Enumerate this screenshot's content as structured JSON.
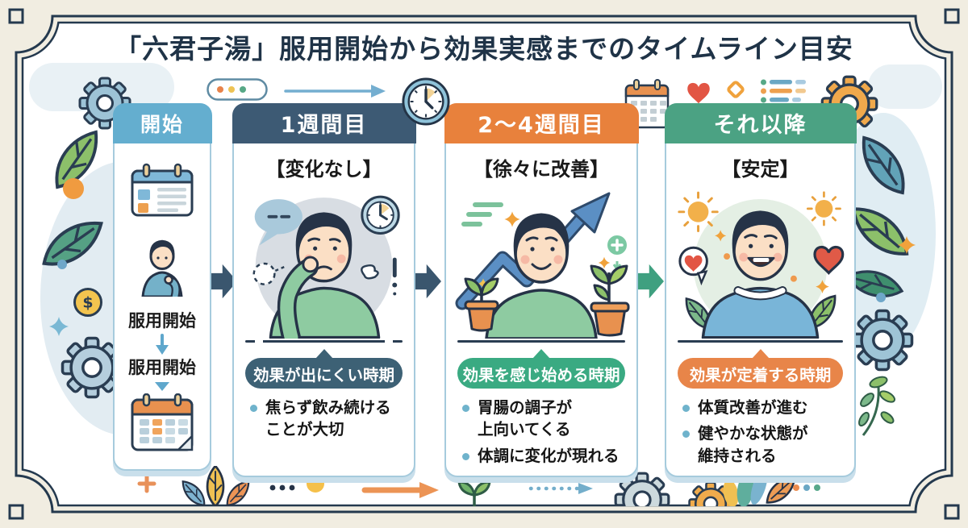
{
  "title": "「六君子湯」服用開始から効果実感までのタイムライン目安",
  "columns": [
    {
      "header": "開始",
      "header_color": "#64aecf",
      "steps": [
        "服用開始",
        "服用開始"
      ]
    },
    {
      "header": "1週間目",
      "header_color": "#3d5a74",
      "subtitle": "【変化なし】",
      "banner": "効果が出にくい時期",
      "banner_color": "#3d6175",
      "bullets": [
        "焦らず飲み続ける\nことが大切"
      ]
    },
    {
      "header": "2〜4週間目",
      "header_color": "#e8813c",
      "subtitle": "【徐々に改善】",
      "banner": "効果を感じ始める時期",
      "banner_color": "#3aaa82",
      "bullets": [
        "胃腸の調子が\n上向いてくる",
        "体調に変化が現れる"
      ]
    },
    {
      "header": "それ以降",
      "header_color": "#4ba283",
      "subtitle": "【安定】",
      "banner": "効果が定着する時期",
      "banner_color": "#e88549",
      "bullets": [
        "体質改善が進む",
        "健やかな状態が\n維持される"
      ]
    }
  ],
  "flow_arrow_colors": [
    "#3a566e",
    "#3a566e",
    "#3fa080"
  ],
  "coin_text": "$",
  "decorative_icons": [
    "gear-icon",
    "leaf-icon",
    "clock-icon",
    "calendar-icon",
    "heart-icon",
    "sun-icon",
    "sparkle-icon",
    "coin-icon",
    "browser-dots-icon",
    "list-icon",
    "arrow-icon",
    "plant-icon",
    "sprout-icon",
    "speech-bubble-icon"
  ],
  "colors": {
    "background": "#f1ede1",
    "frame": "#24394e",
    "card_border": "#a6cbdd",
    "card_shadow": "#c9dfeb",
    "bullet_dot": "#6fb3cc",
    "title_text": "#1f3347"
  }
}
